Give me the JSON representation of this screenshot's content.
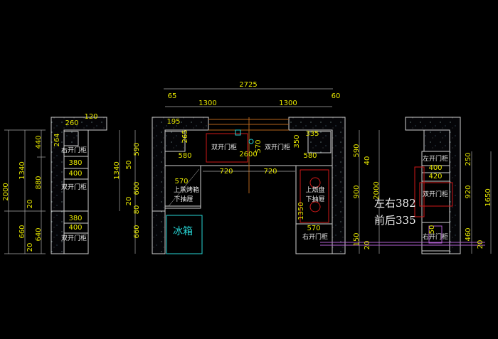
{
  "colors": {
    "background": "#000000",
    "dimension": "#e6e600",
    "outline": "#cfcfcf",
    "fridge": "#27d6d6",
    "stove": "#d01818",
    "pipe": "#b060d0",
    "beam": "#b5651d"
  },
  "left_elevation": {
    "dims": {
      "d120": "120",
      "d260": "260",
      "d264": "264",
      "d380a": "380",
      "d400a": "400",
      "d380b": "380",
      "d400b": "400",
      "d2000": "2000",
      "d1340": "1340",
      "d660": "660",
      "d440": "440",
      "d880": "880",
      "d20a": "20",
      "d640": "640",
      "d20b": "20"
    },
    "labels": {
      "top": "右开门柜",
      "mid": "双开门柜",
      "bottom": "双开门柜"
    }
  },
  "plan": {
    "dims": {
      "total": "2725",
      "left_gap": "65",
      "right_gap": "60",
      "half_l": "1300",
      "half_r": "1300",
      "d195": "195",
      "d265": "265",
      "d2600": "2600",
      "d570v": "570",
      "d350": "350",
      "d335": "335",
      "d580l": "580",
      "d580r": "580",
      "d720l": "720",
      "d720r": "720",
      "d570l": "570",
      "d1350": "1350",
      "d570r": "570",
      "d1340": "1340",
      "d590": "590",
      "d50": "50",
      "d600": "600",
      "d20": "20",
      "d80": "80",
      "d660": "660"
    },
    "labels": {
      "sink_cab": "双开门柜",
      "right_cab": "双开门柜",
      "oven_1": "上蒸烤箱",
      "oven_2": "下抽屉",
      "stove_1": "上燃盘",
      "stove_2": "下抽屉",
      "fridge": "冰箱",
      "corner_cab": "右开门柜"
    }
  },
  "right_elevation": {
    "dims": {
      "d400": "400",
      "d420": "420",
      "d50": "50",
      "d590": "590",
      "d40": "40",
      "d900": "900",
      "d150": "150",
      "d20l": "20",
      "d2000": "2000",
      "d250": "250",
      "d920": "920",
      "d460": "460",
      "d20r": "20",
      "d1650": "1650"
    },
    "labels": {
      "top": "左开门柜",
      "mid": "双开门柜",
      "bottom": "右开门柜"
    },
    "notes": {
      "lr": "左右382",
      "fb": "前后335"
    }
  }
}
